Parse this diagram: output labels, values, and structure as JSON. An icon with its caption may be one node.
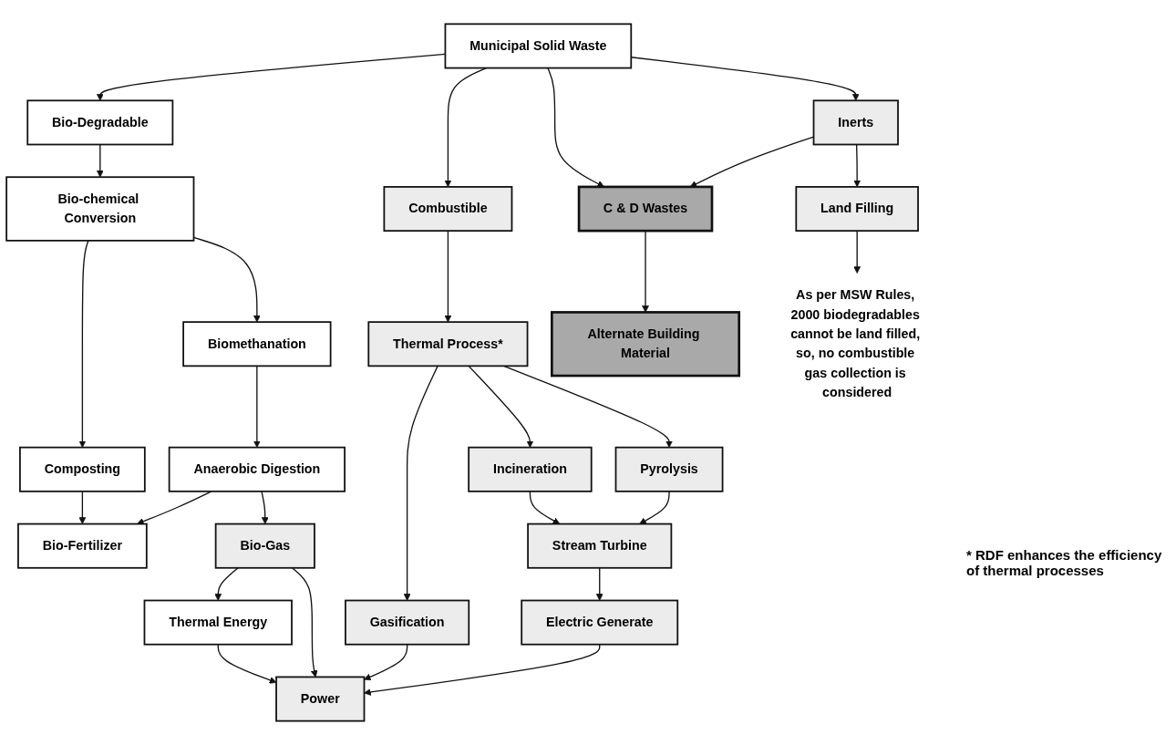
{
  "diagram": {
    "nodes": [
      {
        "text": [
          "Municipal Solid Waste"
        ]
      },
      {
        "text": [
          "Bio-Degradable"
        ]
      },
      {
        "text": [
          "Combustible"
        ]
      },
      {
        "text": [
          "C & D Wastes"
        ]
      },
      {
        "text": [
          "Inerts"
        ]
      },
      {
        "text": [
          "Bio-chemical Conversion"
        ]
      },
      {
        "text": [
          "Thermal Process*"
        ]
      },
      {
        "text": [
          "Alternate Building Material"
        ]
      },
      {
        "text": [
          "Land Filling"
        ]
      },
      {
        "text": [
          "Composting"
        ]
      },
      {
        "text": [
          "Biomethanation"
        ]
      },
      {
        "text": [
          "Gasification"
        ]
      },
      {
        "text": [
          "Incineration"
        ]
      },
      {
        "text": [
          "Pyrolysis"
        ]
      },
      {
        "text": [
          "As per MSW Rules, 2000 biodegradables cannot be land filled, so, no combustible gas collection is considered"
        ]
      },
      {
        "text": [
          "Bio-Fertilizer"
        ]
      },
      {
        "text": [
          "Anaerobic Digestion"
        ]
      },
      {
        "text": [
          "Stream Turbine"
        ]
      },
      {
        "text": [
          "Electric Generate"
        ]
      },
      {
        "text": [
          "Bio-Gas"
        ]
      },
      {
        "text": [
          "Thermal Energy"
        ]
      },
      {
        "text": [
          "Power"
        ]
      }
    ],
    "edges": [
      {
        "from": 0,
        "to": 1,
        "arrow": "to"
      },
      {
        "from": 0,
        "to": 2,
        "arrow": "to"
      },
      {
        "from": 0,
        "to": 3,
        "arrow": "to"
      },
      {
        "from": 0,
        "to": 4,
        "arrow": "to"
      },
      {
        "from": 4,
        "to": 3,
        "arrow": "to"
      },
      {
        "from": 1,
        "to": 5,
        "arrow": "to"
      },
      {
        "from": 2,
        "to": 6,
        "arrow": "to"
      },
      {
        "from": 3,
        "to": 7,
        "arrow": "to"
      },
      {
        "from": 4,
        "to": 8,
        "arrow": "to"
      },
      {
        "from": 5,
        "to": 9,
        "arrow": "to"
      },
      {
        "from": 5,
        "to": 10,
        "arrow": "to"
      },
      {
        "from": 6,
        "to": 11,
        "arrow": "to"
      },
      {
        "from": 6,
        "to": 12,
        "arrow": "to"
      },
      {
        "from": 6,
        "to": 13,
        "arrow": "to"
      },
      {
        "from": 8,
        "to": 14,
        "arrow": "to"
      },
      {
        "from": 9,
        "to": 15,
        "arrow": "to"
      },
      {
        "from": 10,
        "to": 16,
        "arrow": "to"
      },
      {
        "from": 16,
        "to": 15,
        "arrow": "to"
      },
      {
        "from": 12,
        "to": 17,
        "arrow": "to"
      },
      {
        "from": 13,
        "to": 17,
        "arrow": "to"
      },
      {
        "from": 16,
        "to": 19,
        "arrow": "to"
      },
      {
        "from": 17,
        "to": 18,
        "arrow": "to"
      },
      {
        "from": 19,
        "to": 20,
        "arrow": "to"
      },
      {
        "from": 11,
        "to": 21,
        "arrow": "to"
      },
      {
        "from": 18,
        "to": 21,
        "arrow": "to"
      },
      {
        "from": 19,
        "to": 21,
        "arrow": "to"
      },
      {
        "from": 20,
        "to": 21,
        "arrow": "to"
      }
    ],
    "labels": [
      "* RDF enhances the efficiency of thermal processes"
    ]
  }
}
